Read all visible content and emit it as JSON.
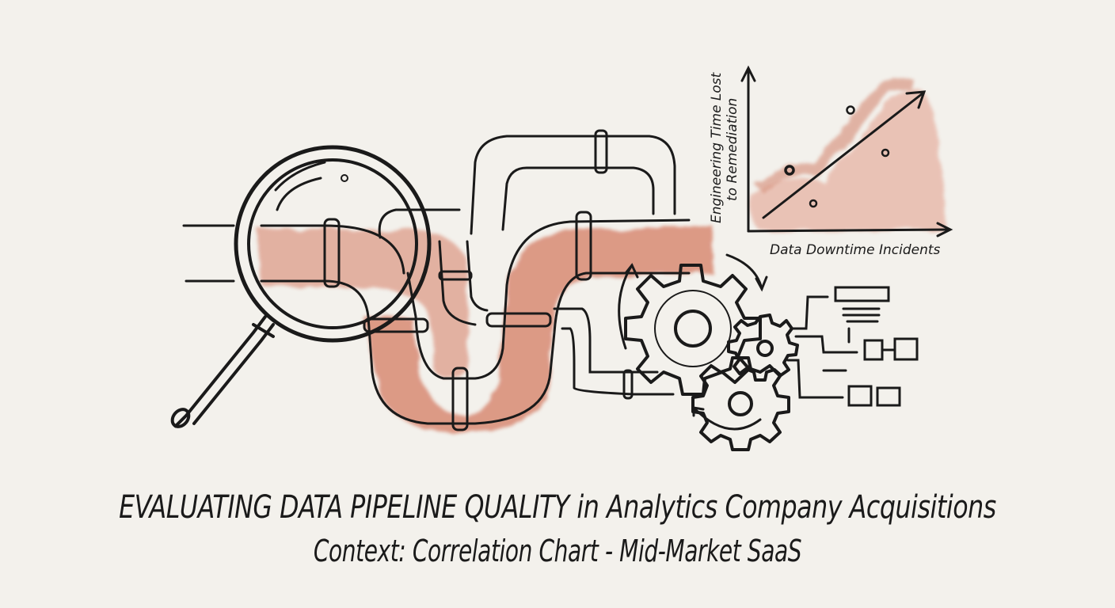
{
  "title": {
    "line1": "EVALUATING DATA PIPELINE QUALITY in Analytics Company Acquisitions",
    "line2": "Context: Correlation Chart - Mid-Market SaaS"
  },
  "chart": {
    "y_label_line1": "Engineering Time Lost",
    "y_label_line2": "to Remediation",
    "x_label": "Data Downtime Incidents"
  },
  "chart_data": {
    "type": "scatter",
    "title": "",
    "xlabel": "Data Downtime Incidents",
    "ylabel": "Engineering Time Lost to Remediation",
    "points": [
      {
        "x": 1,
        "y": 2.5
      },
      {
        "x": 1.6,
        "y": 1.1
      },
      {
        "x": 2.6,
        "y": 6.3
      },
      {
        "x": 3.9,
        "y": 3.6
      }
    ],
    "trend": "positive correlation (upward arrow)",
    "grid": false
  },
  "colors": {
    "background": "#f3f1ec",
    "ink": "#1a1a1a",
    "watercolor": "#d9826b"
  },
  "icons": [
    "magnifying-glass-icon",
    "pipe-icon",
    "gear-icon",
    "flowchart-icon",
    "cycle-arrow-icon"
  ]
}
